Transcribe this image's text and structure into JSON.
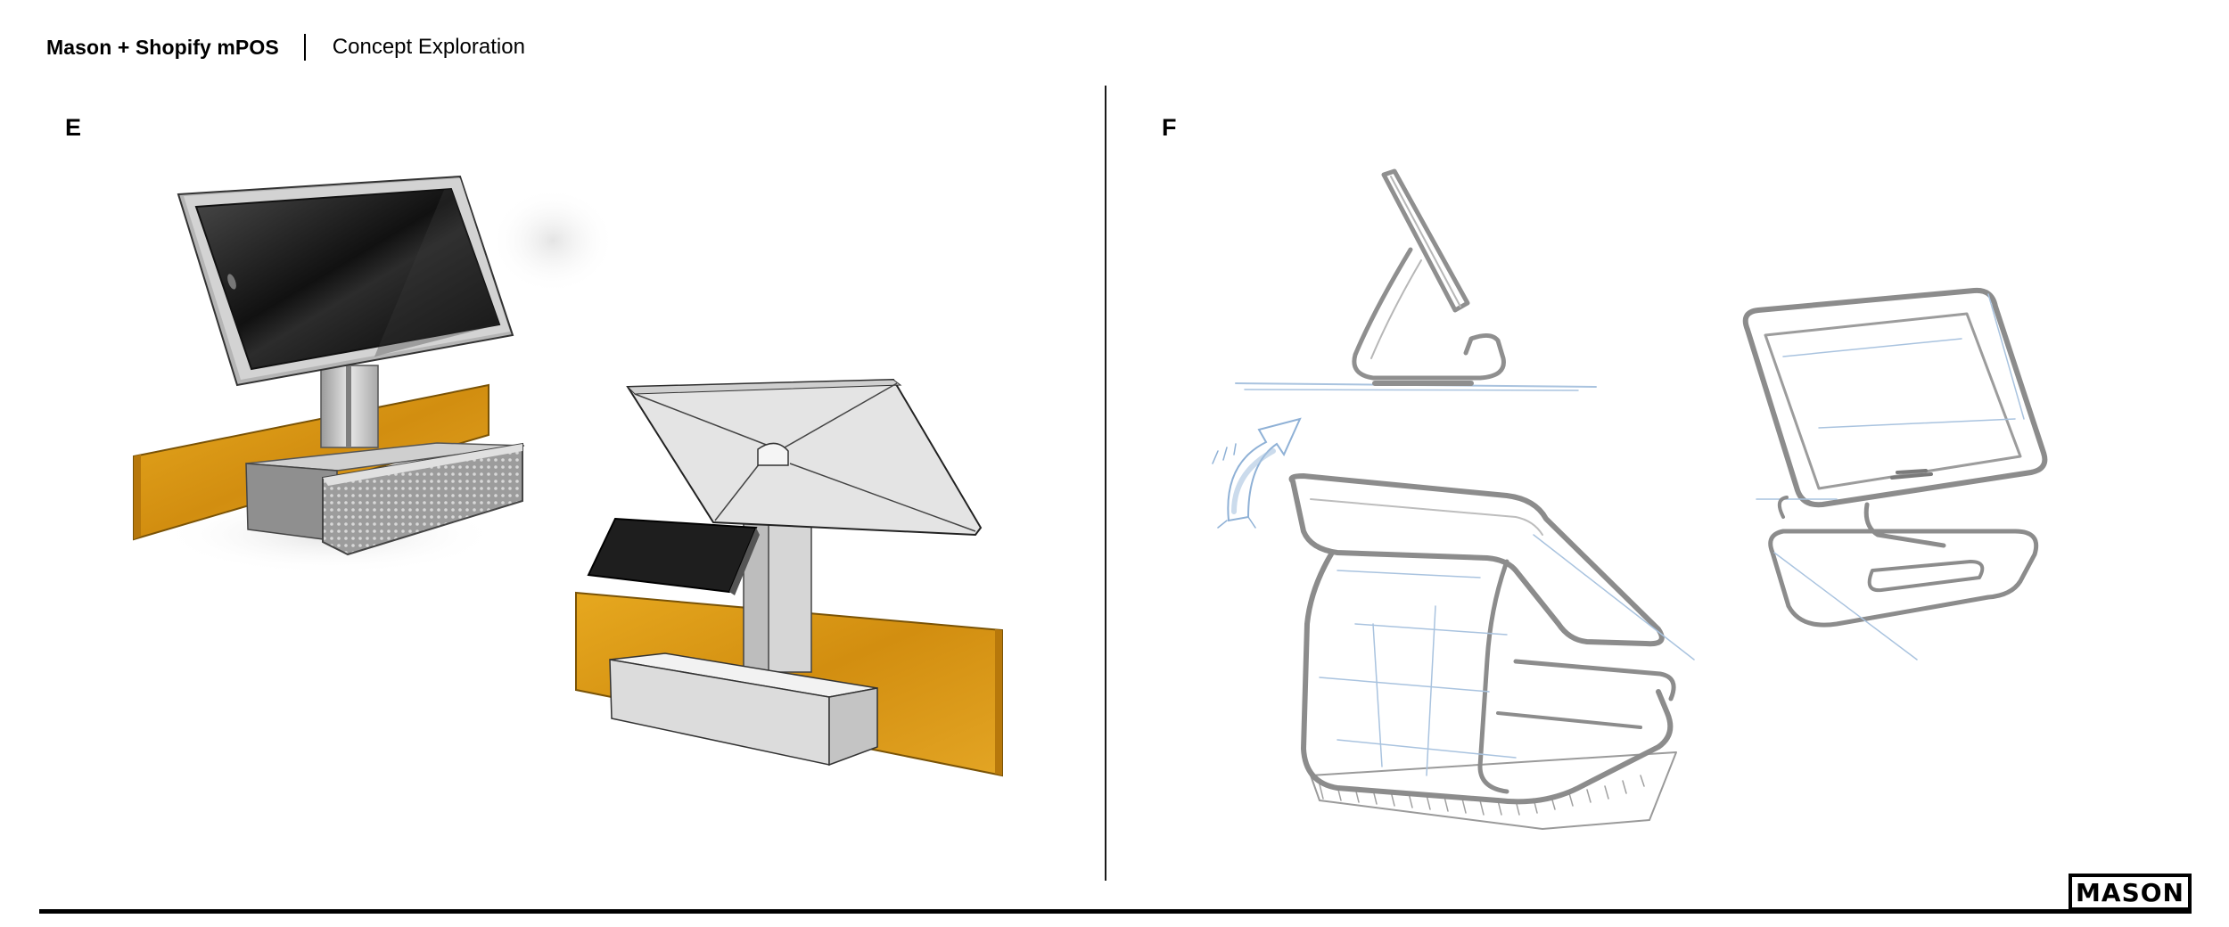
{
  "header": {
    "brand": "Mason + Shopify mPOS",
    "subtitle": "Concept Exploration"
  },
  "panels": [
    {
      "label": "E"
    },
    {
      "label": "F"
    }
  ],
  "logo": {
    "text": "MASON"
  },
  "colors": {
    "wood": "#d99a18",
    "metal": "#bdbdbd",
    "screen": "#1a1a1a",
    "sketch_gray": "#9a9a9a",
    "sketch_blue": "#a9c3df"
  }
}
